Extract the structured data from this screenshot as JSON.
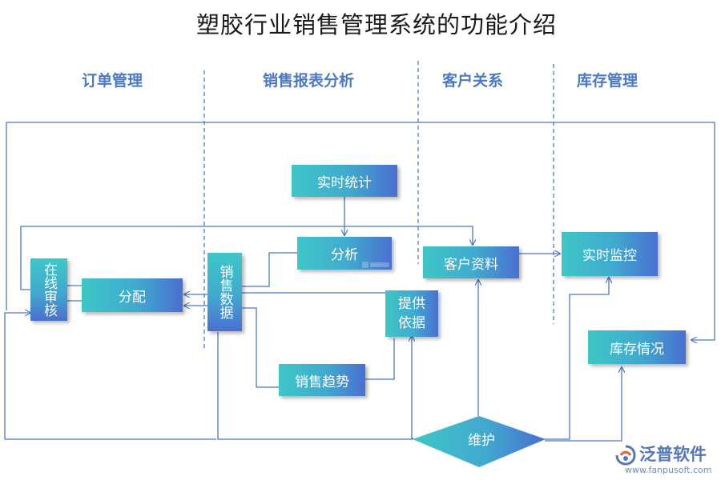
{
  "title": "塑胶行业销售管理系统的功能介绍",
  "sections": {
    "order": "订单管理",
    "sales_report": "销售报表分析",
    "customer": "客户关系",
    "inventory": "库存管理"
  },
  "nodes": {
    "online_review": "在线审核",
    "allocate": "分配",
    "sales_data": "销售数据",
    "realtime_stats": "实时统计",
    "analysis": "分析",
    "sales_trend": "销售趋势",
    "provide_basis": "提供\n依据",
    "customer_info": "客户资料",
    "realtime_monitor": "实时监控",
    "inventory_status": "库存情况",
    "maintain": "维护"
  },
  "logo": {
    "name": "泛普软件",
    "url": "www.fanpusoft.com"
  },
  "colors": {
    "line": "#4a78c4",
    "section_text": "#4a78c4",
    "node_gradient_start": "#3ec7c7",
    "node_gradient_end": "#4a6fd0"
  }
}
